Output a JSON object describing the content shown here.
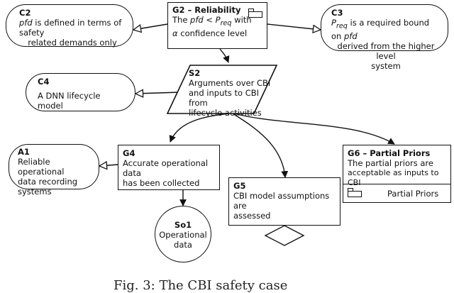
{
  "nodes": {
    "c2": {
      "id": "C2",
      "line1_pre": "",
      "line1_var": "pfd",
      "line1_post": " is defined in terms of safety",
      "line2": "related demands only"
    },
    "g2": {
      "id": "G2 – Reliability",
      "line1_pre": "The ",
      "var1": "pfd",
      "rel": " < ",
      "var2": "P",
      "sub2": "req",
      "line1_post": " with",
      "line2_var": "α",
      "line2_post": " confidence level"
    },
    "c3": {
      "id": "C3",
      "line1_var": "P",
      "line1_sub": "req",
      "line1_post": " is a required bound on ",
      "line1_var2": "pfd",
      "line2": "derived from the higher level",
      "line3": "system"
    },
    "c4": {
      "id": "C4",
      "text": "A DNN lifecycle model"
    },
    "s2": {
      "id": "S2",
      "line1": "Arguments over CBI",
      "line2": "and inputs to CBI from",
      "line3": "lifecycle activities"
    },
    "a1": {
      "id": "A1",
      "line1": "Reliable operational",
      "line2": "data recording systems"
    },
    "g4": {
      "id": "G4",
      "line1": "Accurate operational data",
      "line2": "has been collected"
    },
    "g5": {
      "id": "G5",
      "line1": "CBI model assumptions are",
      "line2": "assessed"
    },
    "g6": {
      "id": "G6 – Partial Priors",
      "line1": "The partial priors are",
      "line2": "acceptable as inputs to CBI",
      "module": "Partial Priors"
    },
    "so1": {
      "id": "So1",
      "line1": "Operational",
      "line2": "data"
    }
  },
  "caption": "Fig. 3: The CBI safety case"
}
